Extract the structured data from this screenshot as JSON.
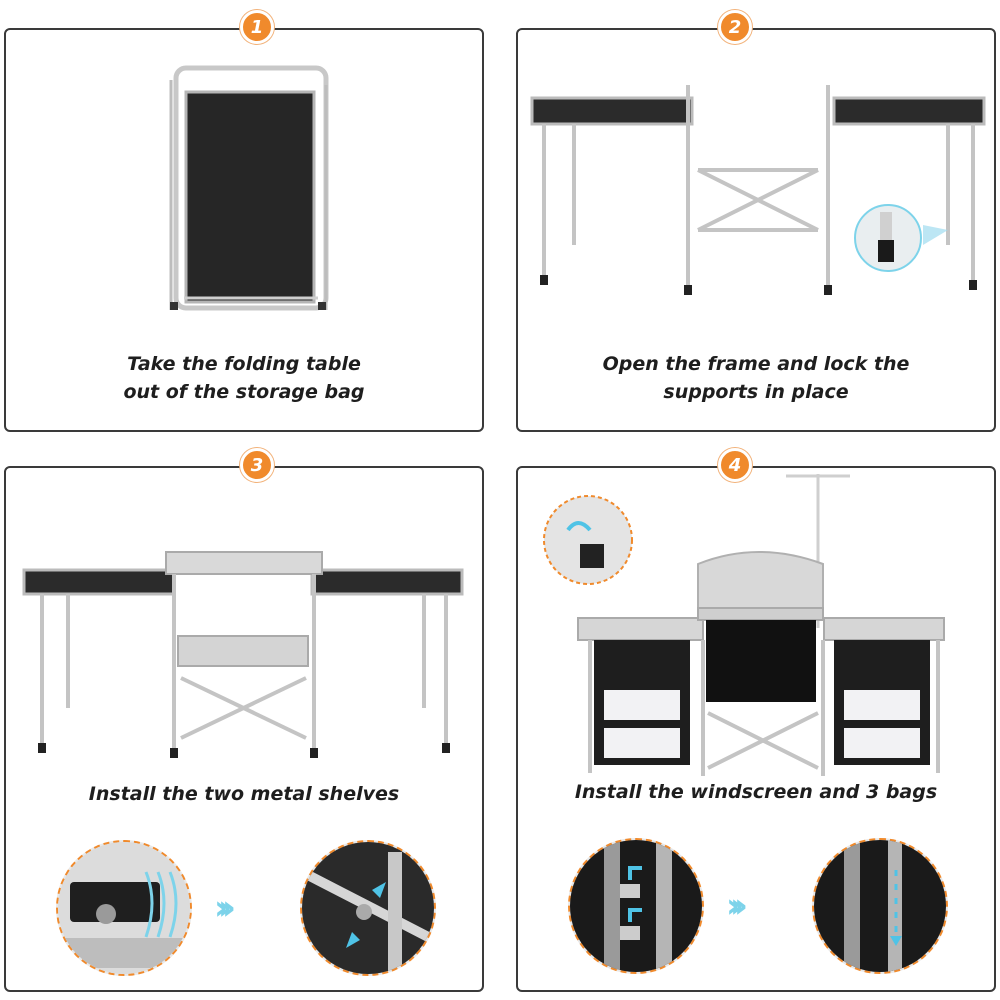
{
  "steps": [
    {
      "number": "1",
      "caption_line1": "Take the folding table",
      "caption_line2": "out of the storage bag"
    },
    {
      "number": "2",
      "caption_line1": "Open the frame and lock the",
      "caption_line2": "supports in place"
    },
    {
      "number": "3",
      "caption": "Install the two metal shelves"
    },
    {
      "number": "4",
      "caption": "Install the windscreen and 3 bags"
    }
  ],
  "colors": {
    "accent": "#f08a2c",
    "arrow": "#7dd3ea",
    "border": "#3a3a3a"
  },
  "icons": {
    "badge": "numbered-circle",
    "flow": "triple-chevron-right"
  }
}
